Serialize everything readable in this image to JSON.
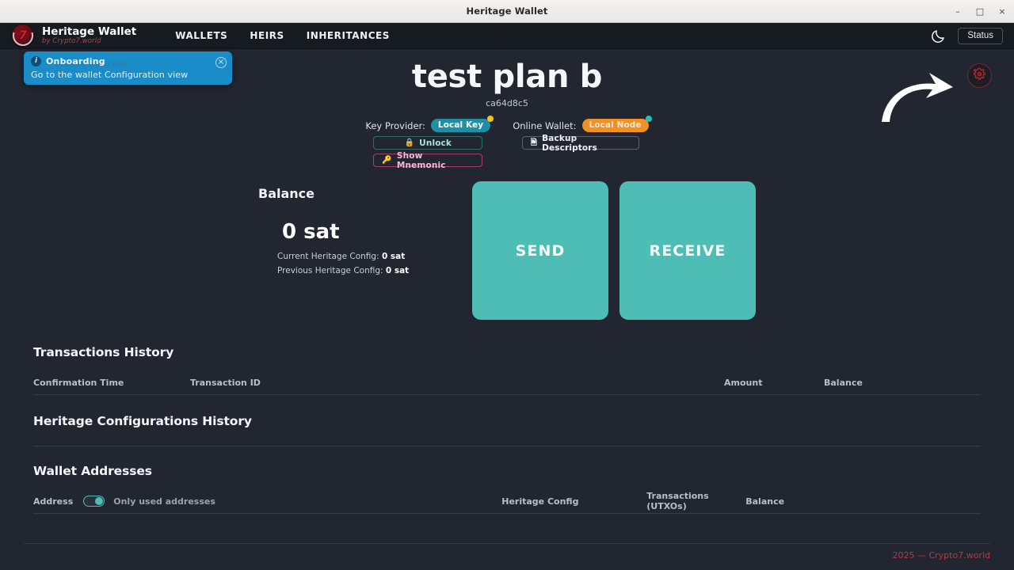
{
  "window": {
    "title": "Heritage Wallet",
    "minimize_label": "–",
    "maximize_label": "□",
    "close_label": "×"
  },
  "navbar": {
    "brand_name": "Heritage Wallet",
    "brand_sub": "by Crypto7.world",
    "logo_glyph": "7",
    "links": [
      {
        "label": "WALLETS"
      },
      {
        "label": "HEIRS"
      },
      {
        "label": "INHERITANCES"
      }
    ],
    "theme_toggle_icon": "moon-icon",
    "status_label": "Status"
  },
  "toast": {
    "icon": "info-icon",
    "icon_glyph": "i",
    "title": "Onboarding",
    "body": "Go to the wallet Configuration view",
    "ghost_text": "Wallet synced.",
    "close_glyph": "×",
    "background": "#1a8cc8"
  },
  "page": {
    "plan_title": "test plan b",
    "plan_id": "ca64d8c5"
  },
  "settings": {
    "gear_icon": "gear-icon",
    "arrow_icon": "curved-arrow-icon",
    "accent": "#b82a38"
  },
  "providers": {
    "key_provider": {
      "label": "Key Provider:",
      "badge": "Local Key",
      "badge_color": "#1f8fa8",
      "dot_color": "#f0c419",
      "buttons": [
        {
          "label": "Unlock",
          "icon": "lock-icon",
          "glyph": "🔒"
        },
        {
          "label": "Show Mnemonic",
          "icon": "key-icon",
          "glyph": "🔑"
        }
      ]
    },
    "online_wallet": {
      "label": "Online Wallet:",
      "badge": "Local Node",
      "badge_color": "#f19024",
      "dot_color": "#22c3a6",
      "buttons": [
        {
          "label": "Backup Descriptors",
          "icon": "document-icon",
          "glyph": "🗎"
        }
      ]
    }
  },
  "balance": {
    "heading": "Balance",
    "amount": "0 sat",
    "current_label": "Current Heritage Config:",
    "current_value": "0 sat",
    "previous_label": "Previous Heritage Config:",
    "previous_value": "0 sat"
  },
  "actions": {
    "send_label": "SEND",
    "receive_label": "RECEIVE",
    "color": "#4dbdb5"
  },
  "transactions": {
    "title": "Transactions History",
    "columns": [
      "Confirmation Time",
      "Transaction ID",
      "Amount",
      "Balance"
    ],
    "rows": []
  },
  "heritage_config": {
    "title": "Heritage Configurations History",
    "rows": []
  },
  "wallet_addresses": {
    "title": "Wallet Addresses",
    "address_label": "Address",
    "only_used_label": "Only used addresses",
    "only_used_on": true,
    "columns": [
      "Heritage Config",
      "Transactions (UTXOs)",
      "Balance"
    ],
    "rows": []
  },
  "footer": {
    "text": "2025 — Crypto7.world",
    "color": "#b33a45"
  }
}
